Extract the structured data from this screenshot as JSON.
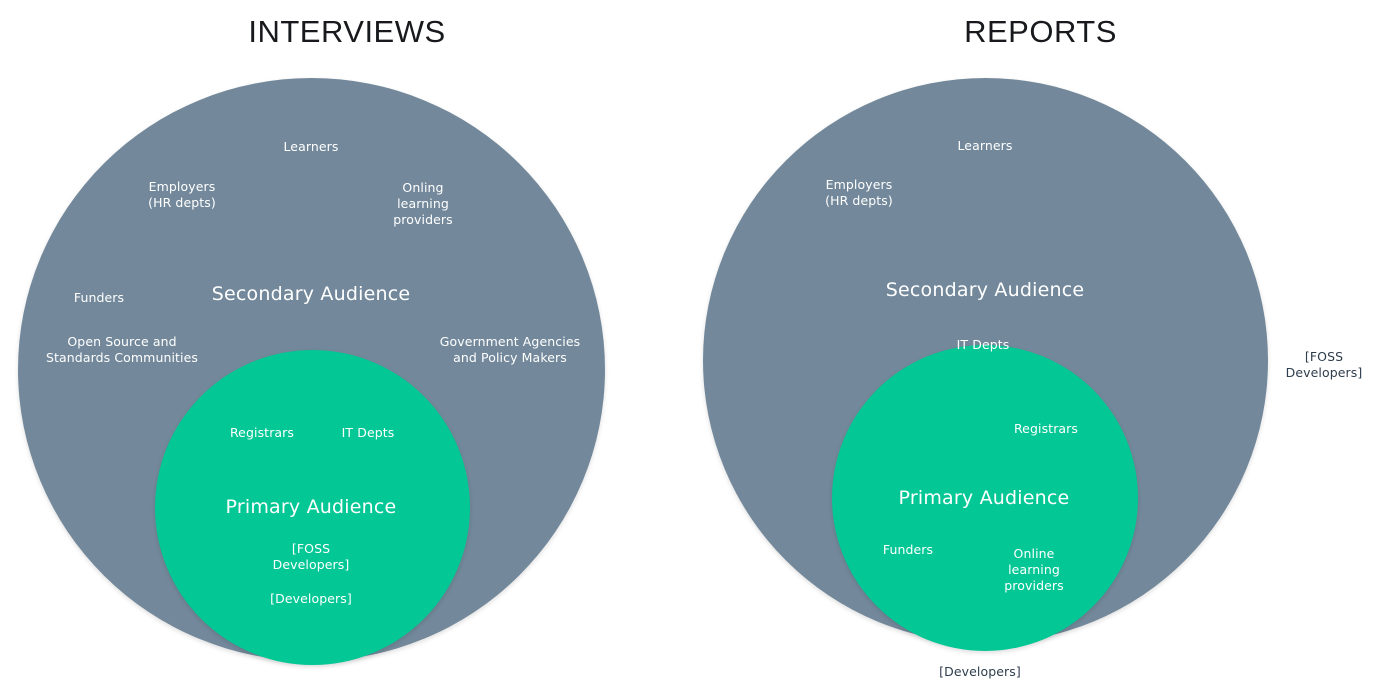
{
  "colors": {
    "secondary_circle": "#73899b",
    "primary_circle": "#03c795",
    "inner_label_text": "#ffffff",
    "outside_label_text": "#2e3d4c",
    "title_text": "#17191c",
    "background": "#ffffff"
  },
  "panels": [
    {
      "id": "interviews",
      "title": "INTERVIEWS",
      "secondary_circle_label": "Secondary Audience",
      "primary_circle_label": "Primary Audience",
      "secondary_items": [
        "Learners",
        "Employers\n(HR depts)",
        "Onling\nlearning\nproviders",
        "Funders",
        "Open Source and\nStandards Communities",
        "Government Agencies\nand Policy Makers"
      ],
      "primary_items": [
        "Registrars",
        "IT Depts",
        "[FOSS\nDevelopers]",
        "[Developers]"
      ],
      "outside_items": []
    },
    {
      "id": "reports",
      "title": "REPORTS",
      "secondary_circle_label": "Secondary Audience",
      "primary_circle_label": "Primary Audience",
      "secondary_items": [
        "Learners",
        "Employers\n(HR depts)",
        "IT Depts"
      ],
      "primary_items": [
        "Registrars",
        "Funders",
        "Online\nlearning\nproviders"
      ],
      "outside_items": [
        "[FOSS\nDevelopers]",
        "[Developers]"
      ]
    }
  ],
  "interviews_labels": {
    "learners": "Learners",
    "employers": "Employers\n(HR depts)",
    "online_providers": "Onling\nlearning\nproviders",
    "funders": "Funders",
    "open_source": "Open Source and\nStandards Communities",
    "government": "Government Agencies\nand Policy Makers",
    "secondary_audience": "Secondary Audience",
    "registrars": "Registrars",
    "it_depts": "IT Depts",
    "primary_audience": "Primary Audience",
    "foss_developers": "[FOSS\nDevelopers]",
    "developers": "[Developers]"
  },
  "reports_labels": {
    "learners": "Learners",
    "employers": "Employers\n(HR depts)",
    "secondary_audience": "Secondary Audience",
    "it_depts": "IT Depts",
    "registrars": "Registrars",
    "primary_audience": "Primary Audience",
    "funders": "Funders",
    "online_providers": "Online\nlearning\nproviders",
    "foss_developers": "[FOSS\nDevelopers]",
    "developers": "[Developers]"
  }
}
